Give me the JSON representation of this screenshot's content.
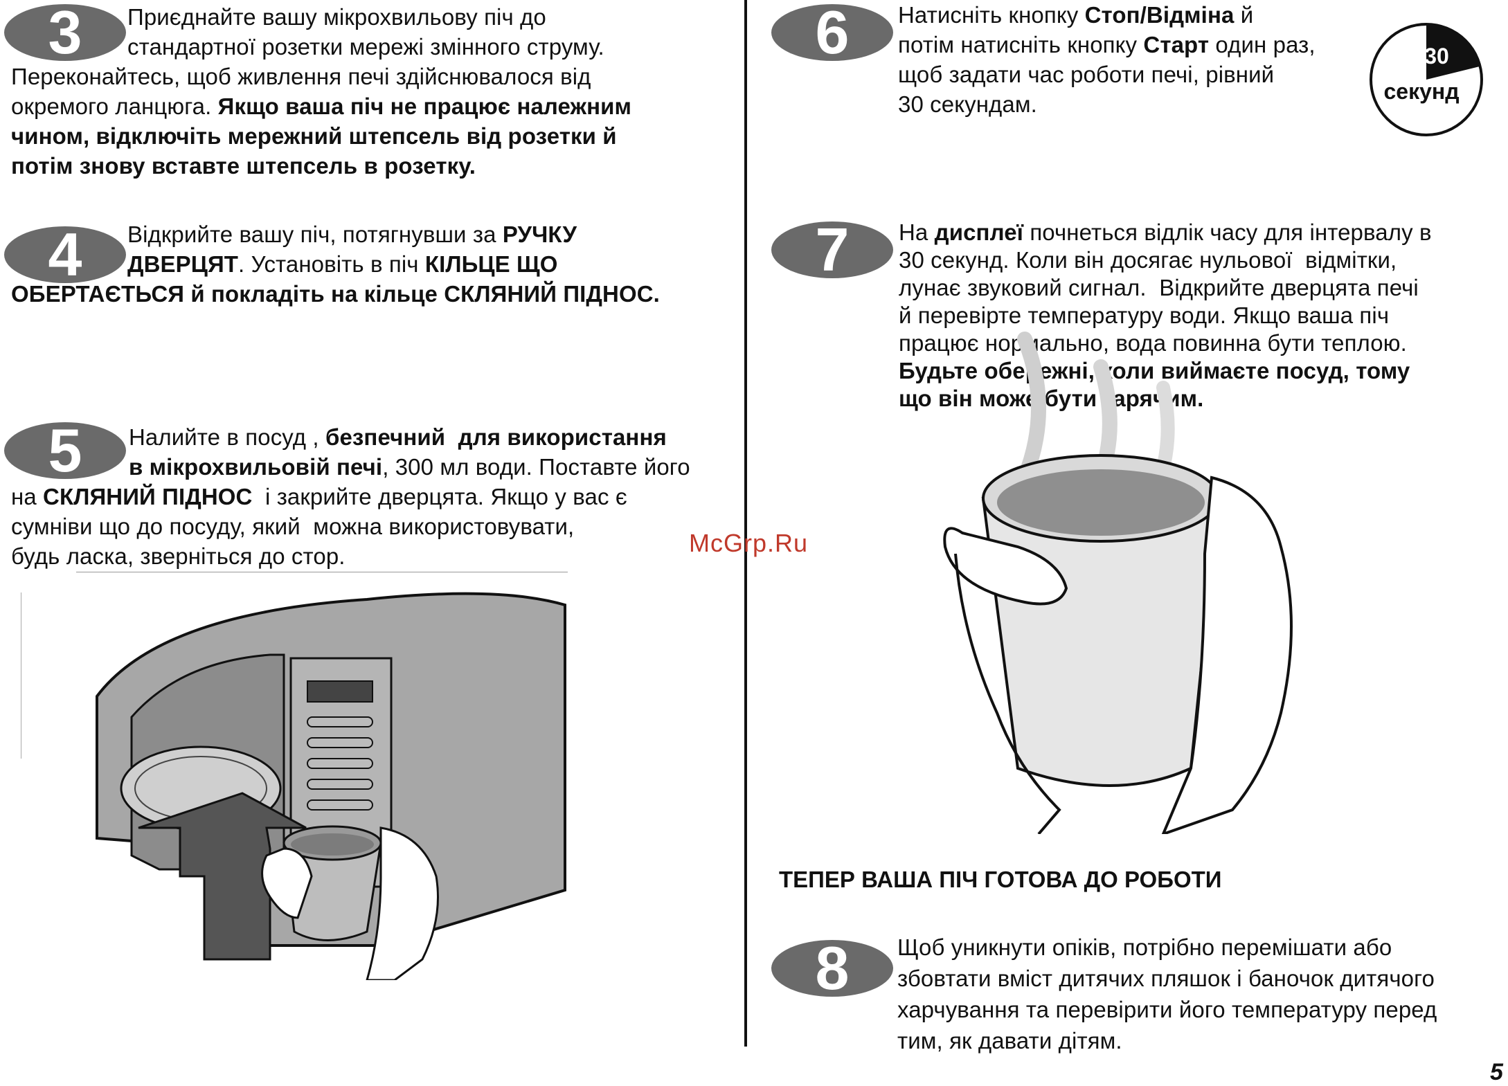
{
  "steps": {
    "s3": {
      "number": "3",
      "lines": [
        [
          {
            "t": "Приєднайте вашу мікрохвильову піч до",
            "b": false
          }
        ],
        [
          {
            "t": "стандартної розетки мережі змінного струму.",
            "b": false
          }
        ],
        [
          {
            "t": "Переконайтесь, щоб живлення печі здійснювалося від",
            "b": false
          }
        ],
        [
          {
            "t": "окремого ланцюга. ",
            "b": false
          },
          {
            "t": "Якщо ваша піч не працює належним",
            "b": true
          }
        ],
        [
          {
            "t": "чином, відключіть мережний штепсель від розетки й",
            "b": true
          }
        ],
        [
          {
            "t": "потім знову вставте штепсель в розетку.",
            "b": true
          }
        ]
      ]
    },
    "s4": {
      "number": "4",
      "lines": [
        [
          {
            "t": "Відкрийте вашу піч, потягнувши за ",
            "b": false
          },
          {
            "t": "РУЧКУ",
            "b": true
          }
        ],
        [
          {
            "t": "ДВЕРЦЯТ",
            "b": true
          },
          {
            "t": ". Установіть в піч ",
            "b": false
          },
          {
            "t": "КІЛЬЦЕ ЩО",
            "b": true
          }
        ],
        [
          {
            "t": "ОБЕРТАЄТЬСЯ й покладіть на кільце СКЛЯНИЙ ПІДНОС.",
            "b": true
          }
        ]
      ]
    },
    "s5": {
      "number": "5",
      "lines": [
        [
          {
            "t": "Налийте в посуд , ",
            "b": false
          },
          {
            "t": "безпечний  для використання",
            "b": true
          }
        ],
        [
          {
            "t": "в мікрохвильовій печі",
            "b": true
          },
          {
            "t": ", 300 мл води. Поставте його",
            "b": false
          }
        ],
        [
          {
            "t": "на ",
            "b": false
          },
          {
            "t": "СКЛЯНИЙ ПІДНОС",
            "b": true
          },
          {
            "t": "  і закрийте дверцята. Якщо у вас є",
            "b": false
          }
        ],
        [
          {
            "t": "сумніви що до посуду, який  можна використовувати,",
            "b": false
          }
        ],
        [
          {
            "t": "будь ласка, зверніться до стор.",
            "b": false
          }
        ]
      ]
    },
    "s6": {
      "number": "6",
      "lines": [
        [
          {
            "t": "Натисніть кнопку ",
            "b": false
          },
          {
            "t": "Стоп/Відміна",
            "b": true
          },
          {
            "t": " й",
            "b": false
          }
        ],
        [
          {
            "t": "потім натисніть кнопку ",
            "b": false
          },
          {
            "t": "Старт",
            "b": true
          },
          {
            "t": " один раз,",
            "b": false
          }
        ],
        [
          {
            "t": "щоб задати час роботи печі, рівний",
            "b": false
          }
        ],
        [
          {
            "t": "30 секундам.",
            "b": false
          }
        ]
      ]
    },
    "s7": {
      "number": "7",
      "lines": [
        [
          {
            "t": "На ",
            "b": false
          },
          {
            "t": "дисплеї",
            "b": true
          },
          {
            "t": " почнеться відлік часу для інтервалу в",
            "b": false
          }
        ],
        [
          {
            "t": "30 секунд. Коли він досягає нульової  відмітки,",
            "b": false
          }
        ],
        [
          {
            "t": "лунає звуковий сигнал.  Відкрийте дверцята печі",
            "b": false
          }
        ],
        [
          {
            "t": "й перевірте температуру води. Якщо ваша піч",
            "b": false
          }
        ],
        [
          {
            "t": "працює нормально, вода повинна бути теплою.",
            "b": false
          }
        ],
        [
          {
            "t": "Будьте обережні, коли виймаєте посуд, тому",
            "b": true
          }
        ],
        [
          {
            "t": "що він може бути гарячим.",
            "b": true
          }
        ]
      ]
    },
    "s8": {
      "number": "8",
      "lines": [
        [
          {
            "t": "Щоб уникнути опіків, потрібно перемішати або",
            "b": false
          }
        ],
        [
          {
            "t": "збовтати вміст дитячих пляшок і баночок дитячого",
            "b": false
          }
        ],
        [
          {
            "t": "харчування та перевірити його температуру перед",
            "b": false
          }
        ],
        [
          {
            "t": "тим, як давати дітям.",
            "b": false
          }
        ]
      ]
    }
  },
  "timer": {
    "value": "30",
    "unit": "секунд"
  },
  "ready_heading": "ТЕПЕР ВАША ПІЧ ГОТОВА ДО РОБОТИ",
  "watermark": "McGrp.Ru",
  "page_number": "5",
  "colors": {
    "badge": "#6a6a6a",
    "oven": "#a7a7a7",
    "arrow": "#555555",
    "text": "#111111"
  }
}
